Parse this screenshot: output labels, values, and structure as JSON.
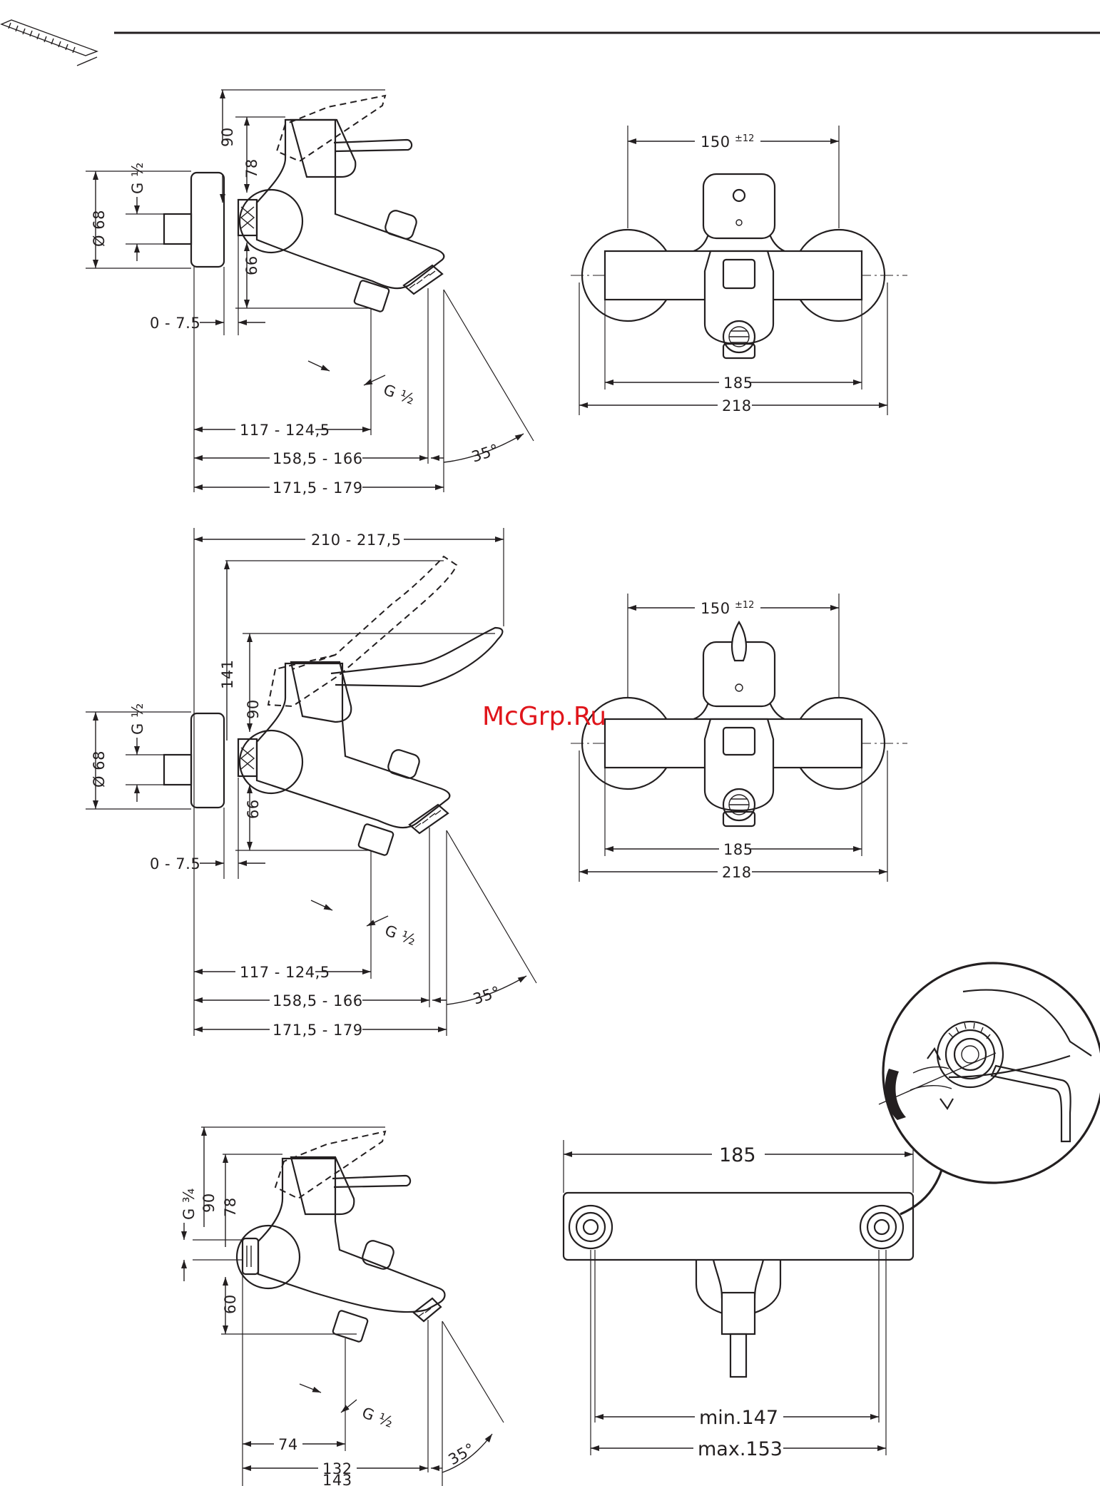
{
  "watermark": "McGrp.Ru",
  "icons": {
    "ruler": "ruler-icon",
    "detail_zoom": "magnifier-detail-icon"
  },
  "view1": {
    "height_90": "90",
    "height_78": "78",
    "thread_g": "G ½",
    "diameter": "Ø 68",
    "height_66": "66",
    "wall_offset": "0 - 7.5",
    "outlet_thread": "G ½",
    "reach_1": "117 - 124,5",
    "reach_2": "158,5 - 166",
    "reach_3": "171,5 - 179",
    "angle": "35°"
  },
  "front1": {
    "centers": "150",
    "centers_tol": "±12",
    "width_1": "185",
    "width_2": "218"
  },
  "view2": {
    "lever_reach": "210 - 217,5",
    "height_141": "141",
    "height_90": "90",
    "thread_g": "G ½",
    "diameter": "Ø 68",
    "height_66": "66",
    "wall_offset": "0 - 7.5",
    "outlet_thread": "G ½",
    "reach_1": "117 - 124,5",
    "reach_2": "158,5 - 166",
    "reach_3": "171,5 - 179",
    "angle": "35°"
  },
  "front2": {
    "centers": "150",
    "centers_tol": "±12",
    "width_1": "185",
    "width_2": "218"
  },
  "view3": {
    "height_90": "90",
    "height_78": "78",
    "thread_g": "G ¾",
    "height_60": "60",
    "outlet_thread": "G ½",
    "reach_1": "74",
    "reach_2": "132",
    "reach_3": "143",
    "angle": "35°"
  },
  "top3": {
    "width": "185",
    "min": "min.147",
    "max": "max.153"
  }
}
